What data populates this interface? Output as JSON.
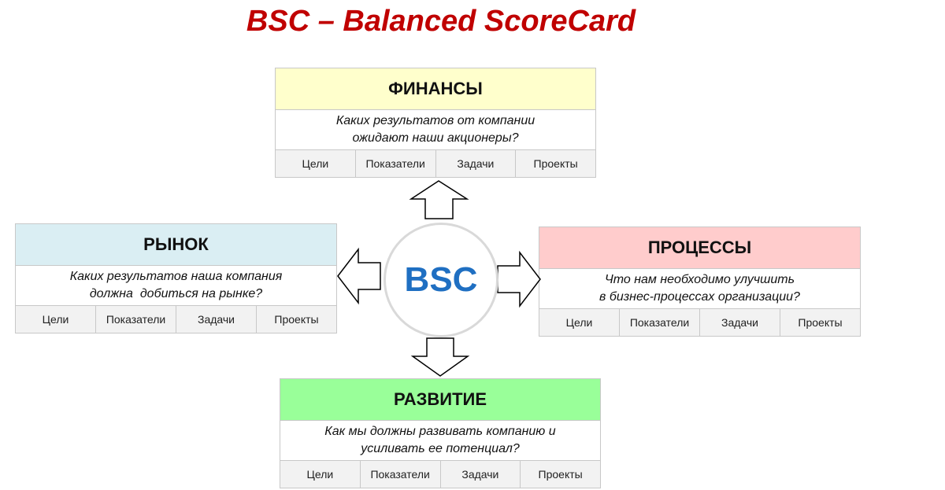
{
  "title": "BSC – Balanced ScoreCard",
  "center_label": "BSC",
  "cell_labels": [
    "Цели",
    "Показатели",
    "Задачи",
    "Проекты"
  ],
  "cards": {
    "finance": {
      "heading": "ФИНАНСЫ",
      "question_line1": "Каких результатов от компании",
      "question_line2": "ожидают наши акционеры?",
      "color": "#ffffcc"
    },
    "market": {
      "heading": "РЫНОК",
      "question_line1": "Каких результатов наша компания",
      "question_line2": "должна  добиться на рынке?",
      "color": "#daeef3"
    },
    "processes": {
      "heading": "ПРОЦЕССЫ",
      "question_line1": "Что нам необходимо улучшить",
      "question_line2": "в бизнес-процессах организации?",
      "color": "#ffcccc"
    },
    "development": {
      "heading": "РАЗВИТИЕ",
      "question_line1": "Как мы должны развивать компанию и",
      "question_line2": "усиливать ее потенциал?",
      "color": "#99ff99"
    }
  }
}
